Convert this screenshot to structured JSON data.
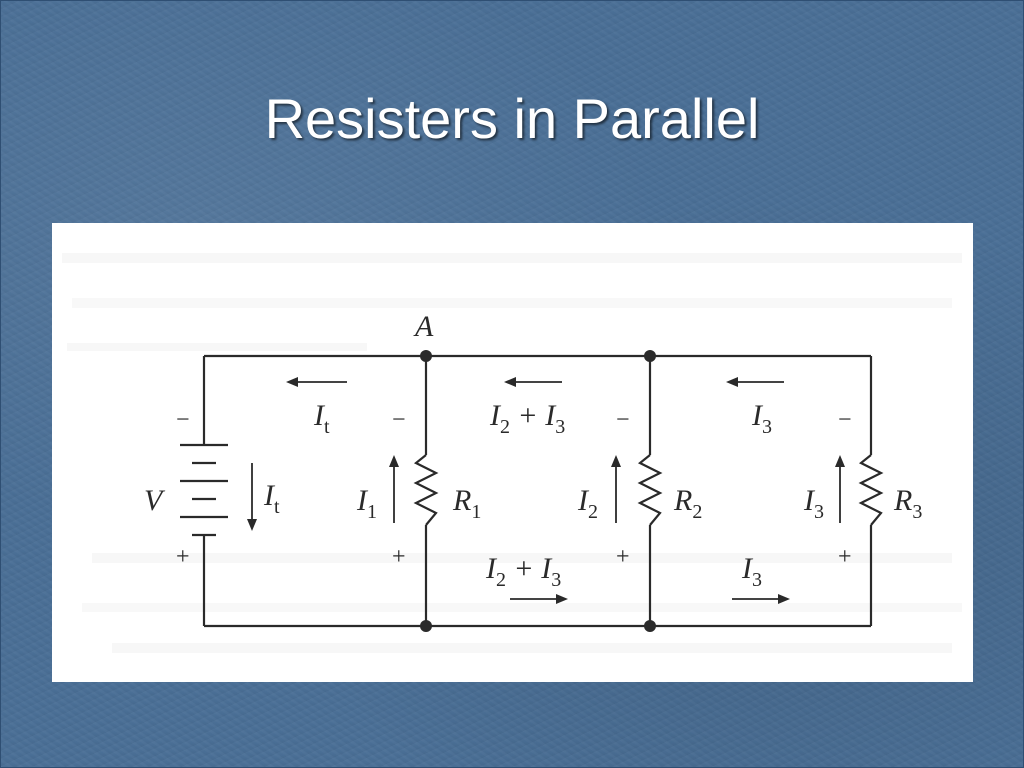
{
  "slide": {
    "title": "Resisters in Parallel"
  },
  "diagram": {
    "node_label": "A",
    "source_label": "V",
    "current_total": "I",
    "current_total_sub": "t",
    "current_total_inner": "I",
    "current_total_inner_sub": "t",
    "branch1_current": "I",
    "branch1_current_sub": "1",
    "branch1_resistor": "R",
    "branch1_resistor_sub": "1",
    "top_mid_current": "I",
    "top_mid_sub_a": "2",
    "top_mid_plus": " + I",
    "top_mid_sub_b": "3",
    "bottom_mid_current": "I",
    "bottom_mid_sub_a": "2",
    "bottom_mid_plus": " + I",
    "bottom_mid_sub_b": "3",
    "branch2_current": "I",
    "branch2_current_sub": "2",
    "branch2_resistor": "R",
    "branch2_resistor_sub": "2",
    "top_right_current": "I",
    "top_right_sub": "3",
    "branch3_current": "I",
    "branch3_current_sub": "3",
    "branch3_resistor": "R",
    "branch3_resistor_sub": "3",
    "bottom_right_current": "I",
    "bottom_right_sub": "3",
    "minus_sign": "−",
    "plus_sign": "+"
  },
  "colors": {
    "background": "#4a6f96",
    "panel": "#ffffff",
    "ink": "#2a2a2a",
    "title": "#ffffff"
  }
}
